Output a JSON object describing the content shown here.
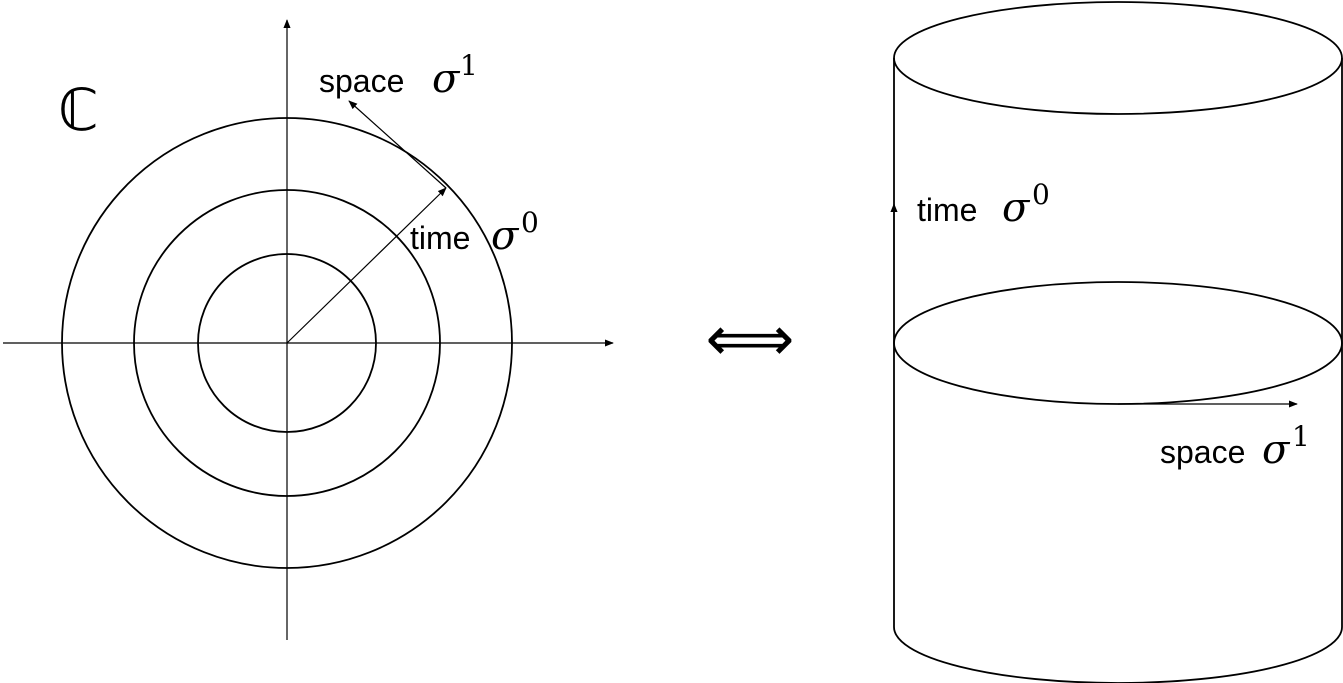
{
  "left": {
    "plane_symbol": "ℂ",
    "space_label": "space",
    "space_symbol": "σ",
    "space_index": "1",
    "time_label": "time",
    "time_symbol": "σ",
    "time_index": "0"
  },
  "equivalence_symbol": "⟺",
  "right": {
    "time_label": "time",
    "time_symbol": "σ",
    "time_index": "0",
    "space_label": "space",
    "space_symbol": "σ",
    "space_index": "1"
  }
}
